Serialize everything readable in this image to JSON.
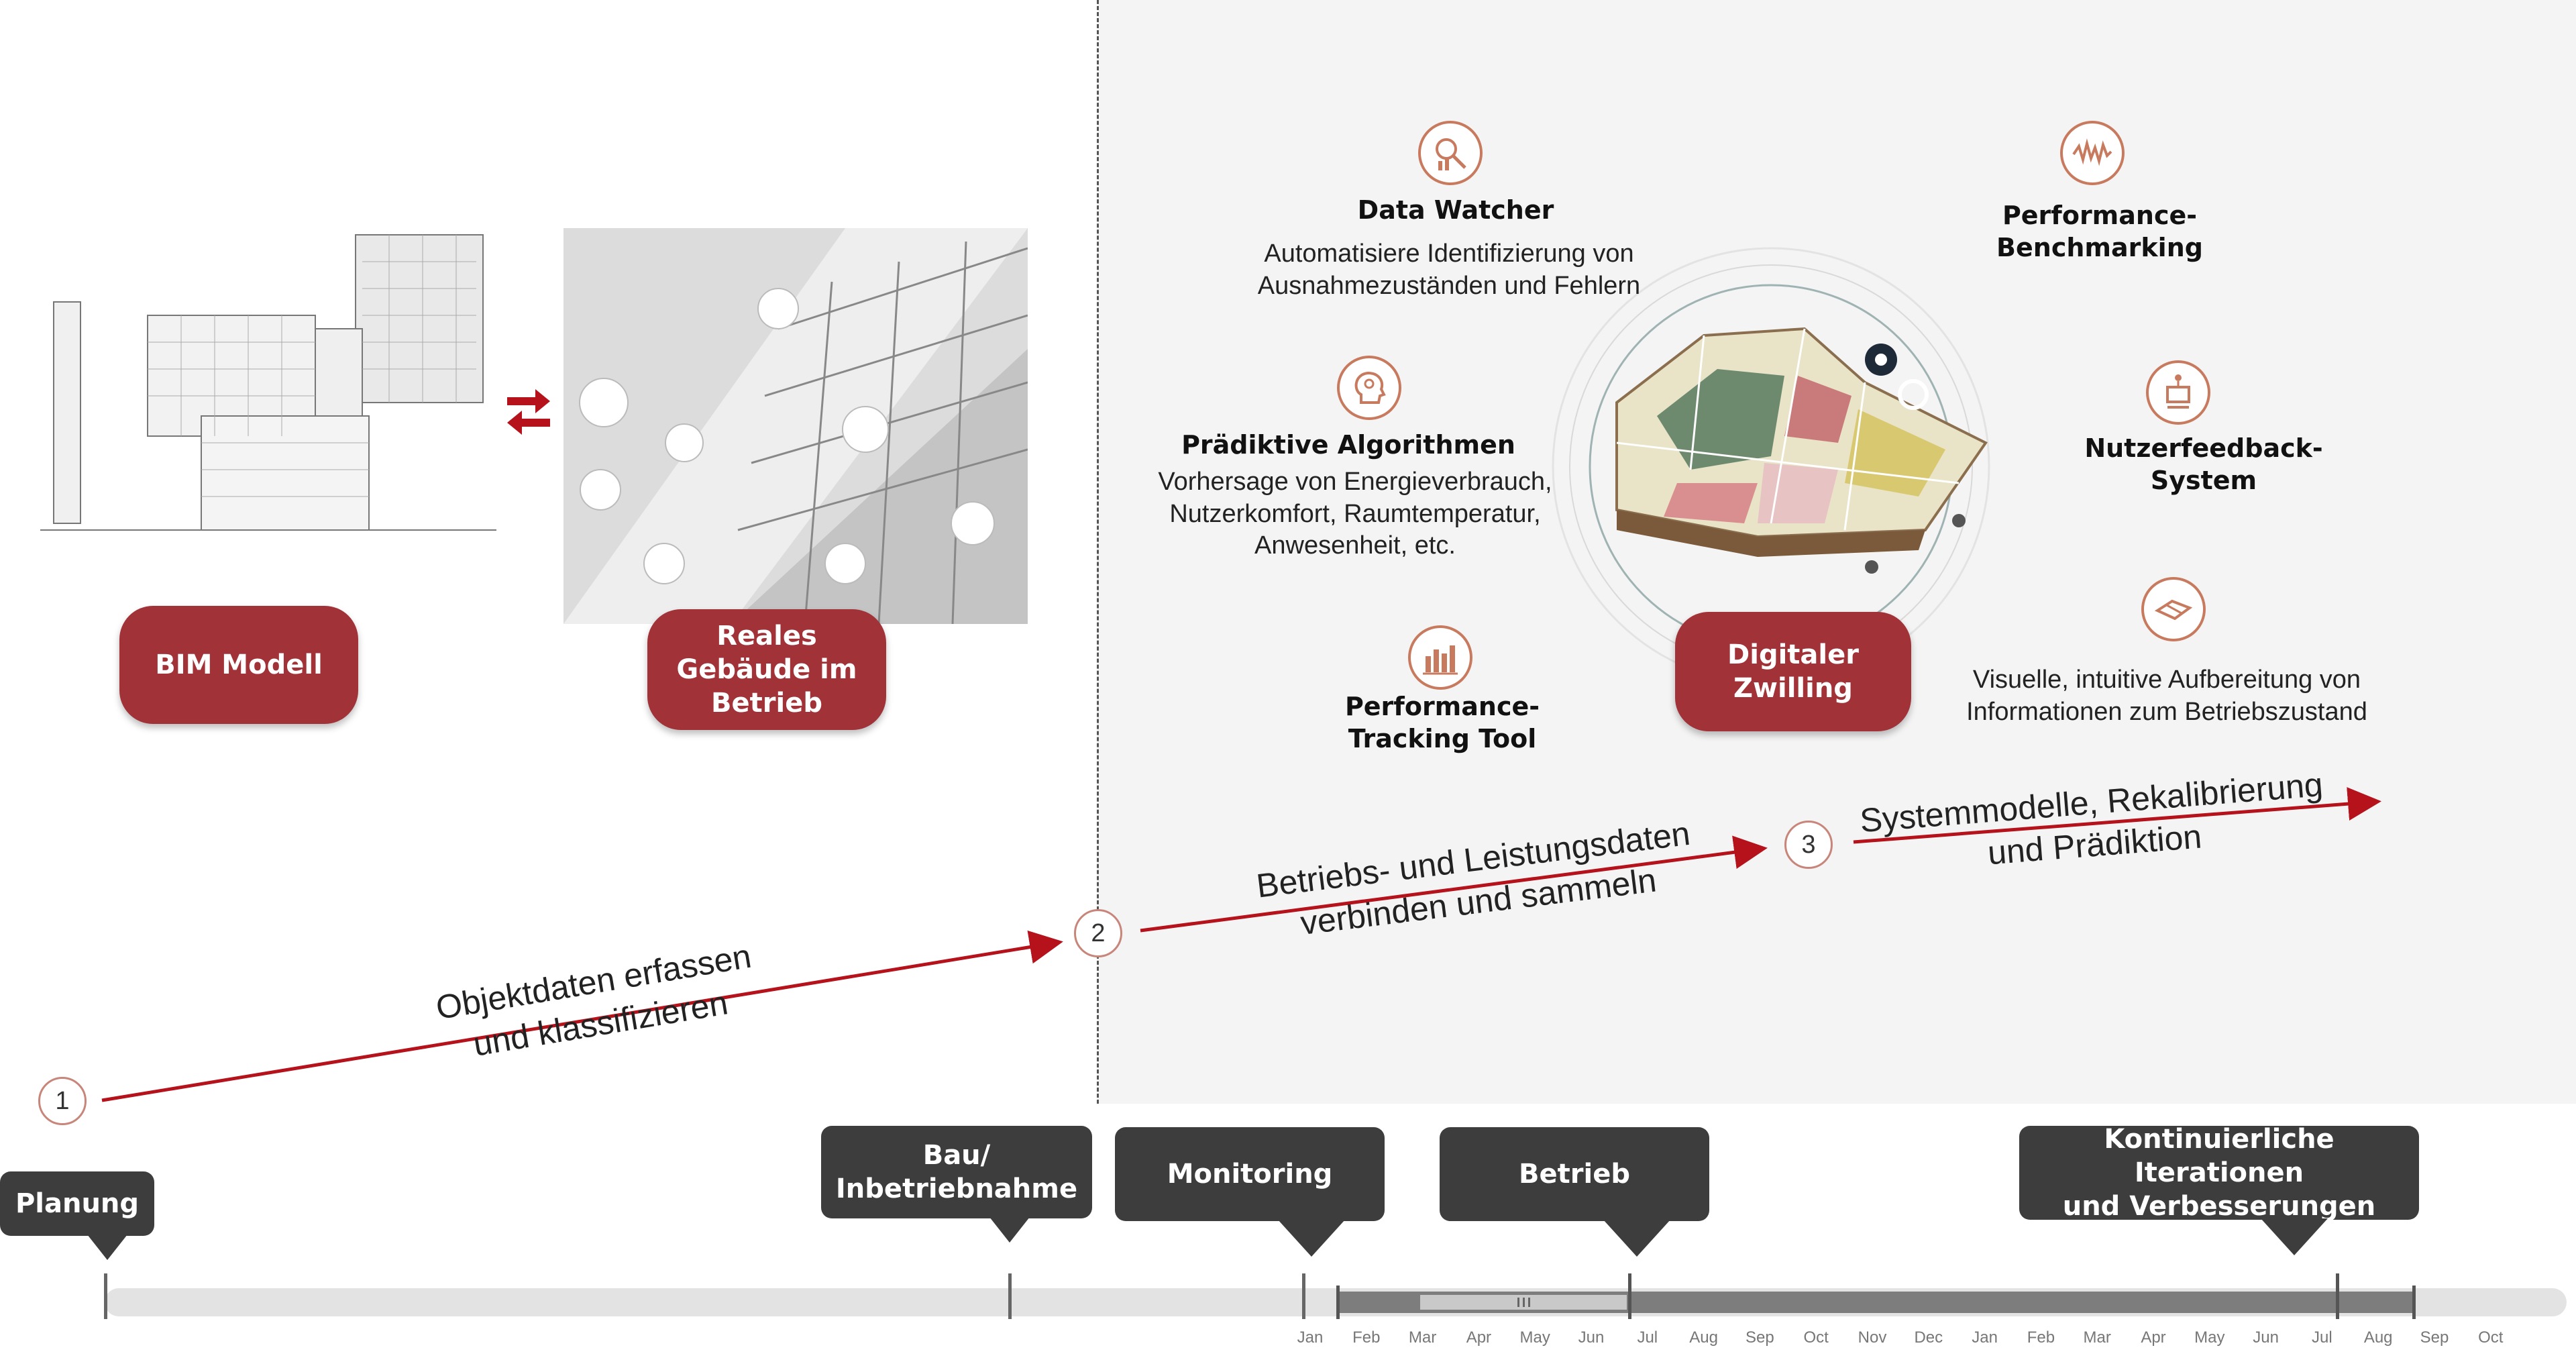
{
  "left": {
    "bim_label": "BIM Modell",
    "real_label": "Reales\nGebäude im\nBetrieb"
  },
  "center": {
    "twin_label": "Digitaler\nZwilling"
  },
  "features": {
    "data_watcher": {
      "title": "Data Watcher",
      "desc": "Automatisiere Identifizierung von\nAusnahmezuständen und Fehlern",
      "icon": "data-search-icon"
    },
    "predictive": {
      "title": "Prädiktive Algorithmen",
      "desc": "Vorhersage von Energieverbrauch,\nNutzerkomfort, Raumtemperatur,\nAnwesenheit, etc.",
      "icon": "ai-head-icon"
    },
    "tracking": {
      "title": "Performance-\nTracking Tool",
      "icon": "bar-chart-icon"
    },
    "benchmarking": {
      "title": "Performance-\nBenchmarking",
      "icon": "waveform-icon"
    },
    "feedback": {
      "title": "Nutzerfeedback-\nSystem",
      "icon": "network-device-icon"
    },
    "visual": {
      "desc": "Visuelle, intuitive Aufbereitung von\nInformationen zum Betriebszustand",
      "icon": "floorplan-icon"
    }
  },
  "steps": [
    {
      "number": "1",
      "label": "Objektdaten erfassen\nund klassifizieren"
    },
    {
      "number": "2",
      "label": "Betriebs- und Leistungsdaten\nverbinden und sammeln"
    },
    {
      "number": "3",
      "label": "Systemmodelle, Rekalibrierung\nund Prädiktion"
    }
  ],
  "phases": {
    "planung": "Planung",
    "bau": "Bau/\nInbetriebnahme",
    "monitoring": "Monitoring",
    "betrieb": "Betrieb",
    "iterationen": "Kontinuierliche Iterationen\nund Verbesserungen"
  },
  "timeline": {
    "months": [
      "Jan",
      "Feb",
      "Mar",
      "Apr",
      "May",
      "Jun",
      "Jul",
      "Aug",
      "Sep",
      "Oct",
      "Nov",
      "Dec",
      "Jan",
      "Feb",
      "Mar",
      "Apr",
      "May",
      "Jun",
      "Jul",
      "Aug",
      "Sep",
      "Oct"
    ]
  },
  "colors": {
    "accent": "#a13238",
    "arrow": "#b5121b",
    "phase_box": "#3d3d3d",
    "panel_bg": "#f4f4f4"
  }
}
